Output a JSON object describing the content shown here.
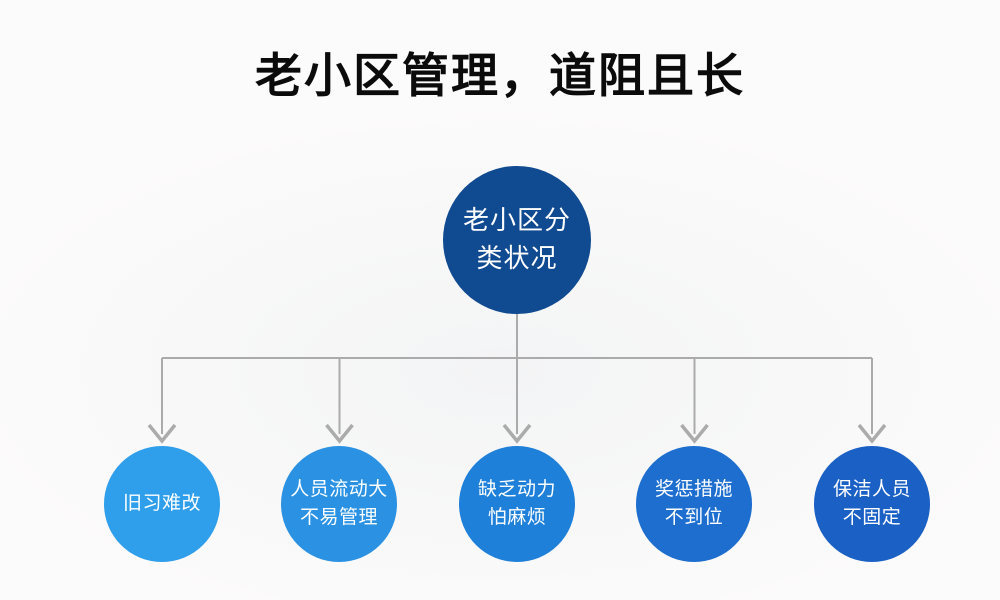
{
  "title": "老小区管理，道阻且长",
  "root": {
    "lines": [
      "老小区分",
      "类状况"
    ],
    "color": "#104a90"
  },
  "causes": [
    {
      "lines": [
        "旧习难改"
      ],
      "color": "#2f9eeb"
    },
    {
      "lines": [
        "人员流动大",
        "不易管理"
      ],
      "color": "#2b92e3"
    },
    {
      "lines": [
        "缺乏动力",
        "怕麻烦"
      ],
      "color": "#1f80d9"
    },
    {
      "lines": [
        "奖惩措施",
        "不到位"
      ],
      "color": "#1d6ecf"
    },
    {
      "lines": [
        "保洁人员",
        "不固定"
      ],
      "color": "#1b60c5"
    }
  ],
  "connectors": {
    "color": "#ababab"
  },
  "colors": {
    "title": "#0b0b0b",
    "node_text": "#ffffff",
    "background_center": "#f3f4f5",
    "background_edge": "#fcfbfb"
  }
}
